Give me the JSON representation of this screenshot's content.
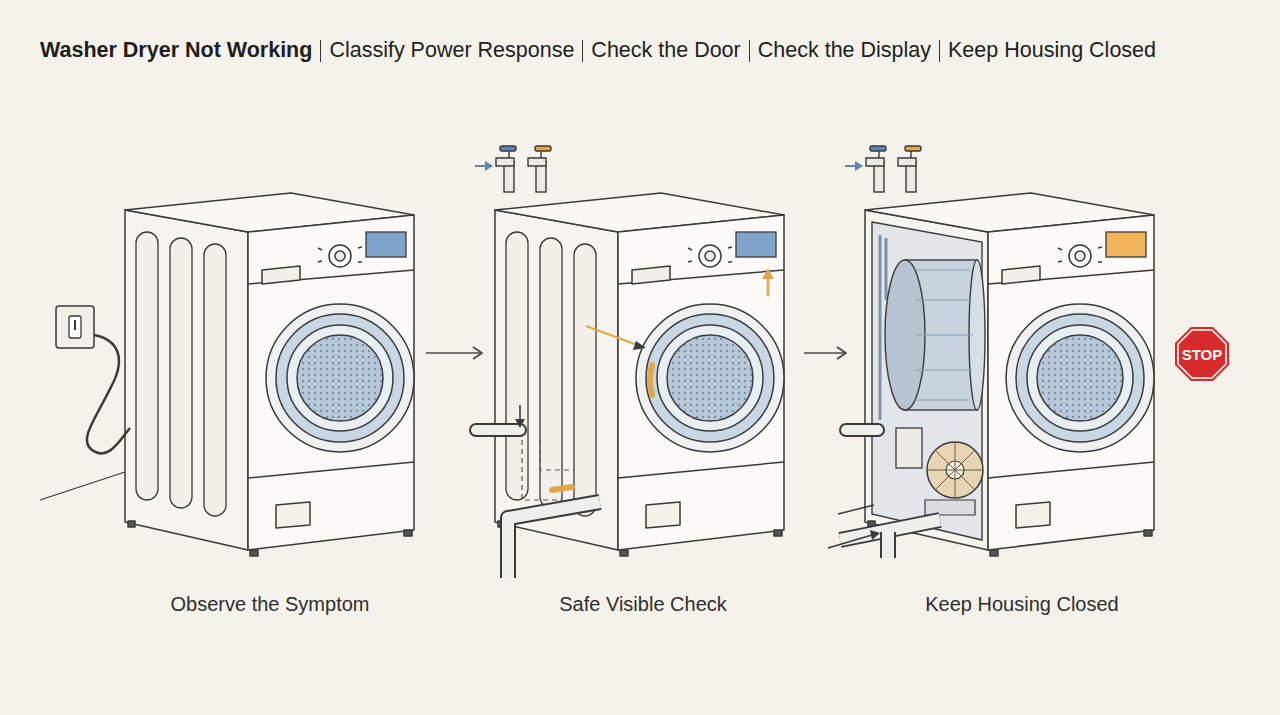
{
  "diagram": {
    "title": "Washer Dryer Not Working",
    "nodes": [
      {
        "text": [
          "Observe the Symptom"
        ]
      },
      {
        "text": [
          "Safe Visible Check"
        ]
      },
      {
        "text": [
          "Keep Housing Closed"
        ]
      },
      {
        "text": [
          "STOP"
        ]
      }
    ],
    "edges": [
      {
        "from": 0,
        "to": 1,
        "arrow": "to"
      },
      {
        "from": 1,
        "to": 2,
        "arrow": "to"
      }
    ],
    "labels": [
      "Classify Power Response",
      "Check the Door",
      "Check the Display",
      "Keep Housing Closed"
    ]
  }
}
